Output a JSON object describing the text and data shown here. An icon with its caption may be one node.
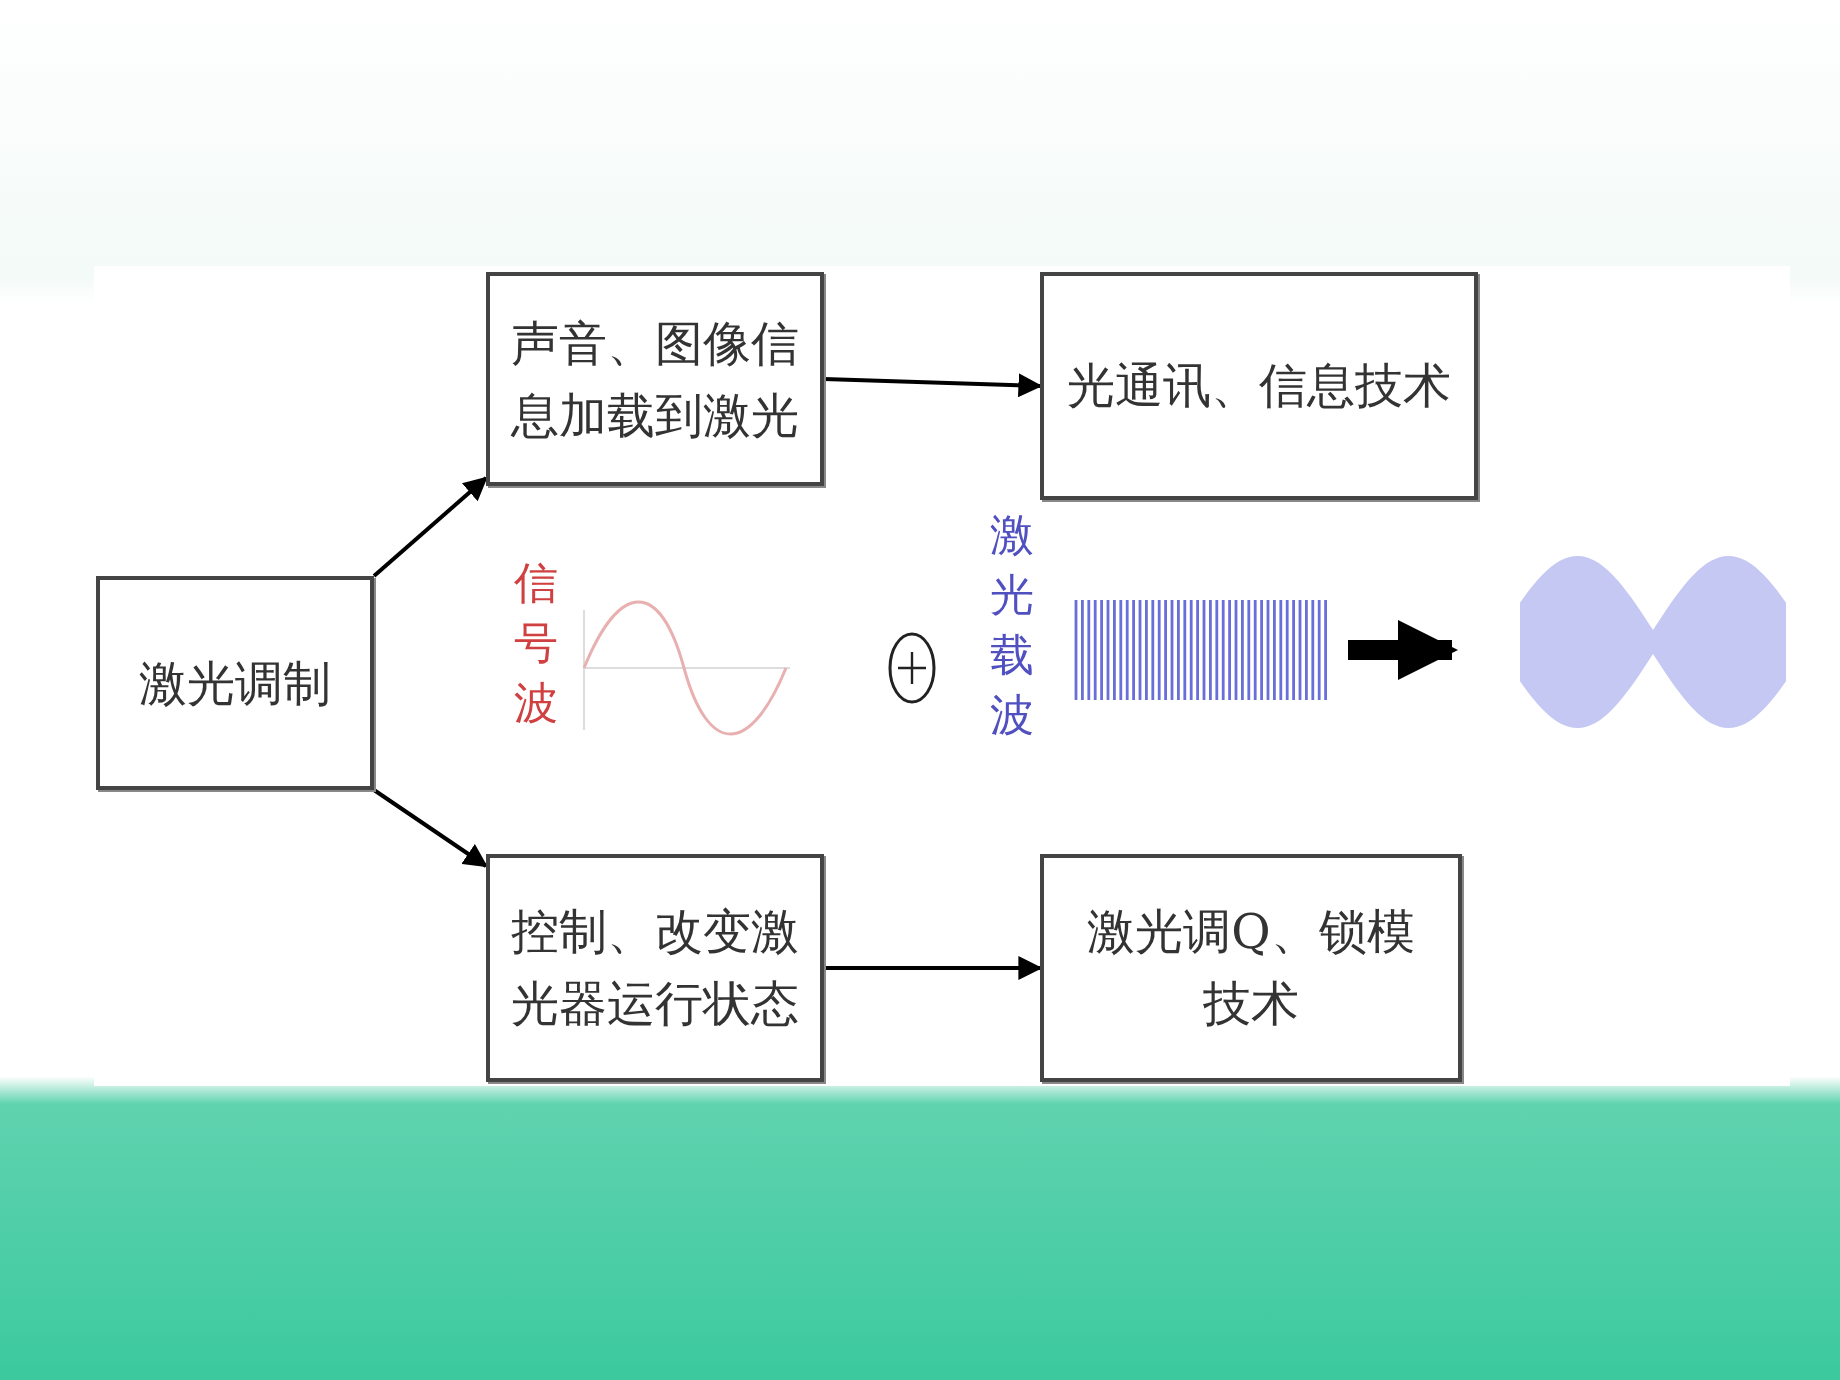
{
  "diagram": {
    "nodes": [
      {
        "text": [
          "激光调制"
        ]
      },
      {
        "text": [
          "声音、图像信息加载到激光"
        ]
      },
      {
        "text": [
          "控制、改变激光器运行状态"
        ]
      },
      {
        "text": [
          "光通讯、信息技术"
        ]
      },
      {
        "text": [
          "激光调Q、锁模技术"
        ]
      },
      {
        "text": [],
        "shape": "picture"
      },
      {
        "text": [],
        "shape": "picture"
      }
    ],
    "edges": [
      {
        "from": 0,
        "to": 1,
        "arrow": "to"
      },
      {
        "from": 0,
        "to": 2,
        "arrow": "to"
      },
      {
        "from": 1,
        "to": 3,
        "arrow": "to"
      },
      {
        "from": 2,
        "to": 4,
        "arrow": "to"
      },
      {
        "from": 5,
        "to": 6,
        "arrow": "to",
        "style": "thick"
      }
    ],
    "labels": [
      "信号波",
      "激光载波"
    ]
  }
}
